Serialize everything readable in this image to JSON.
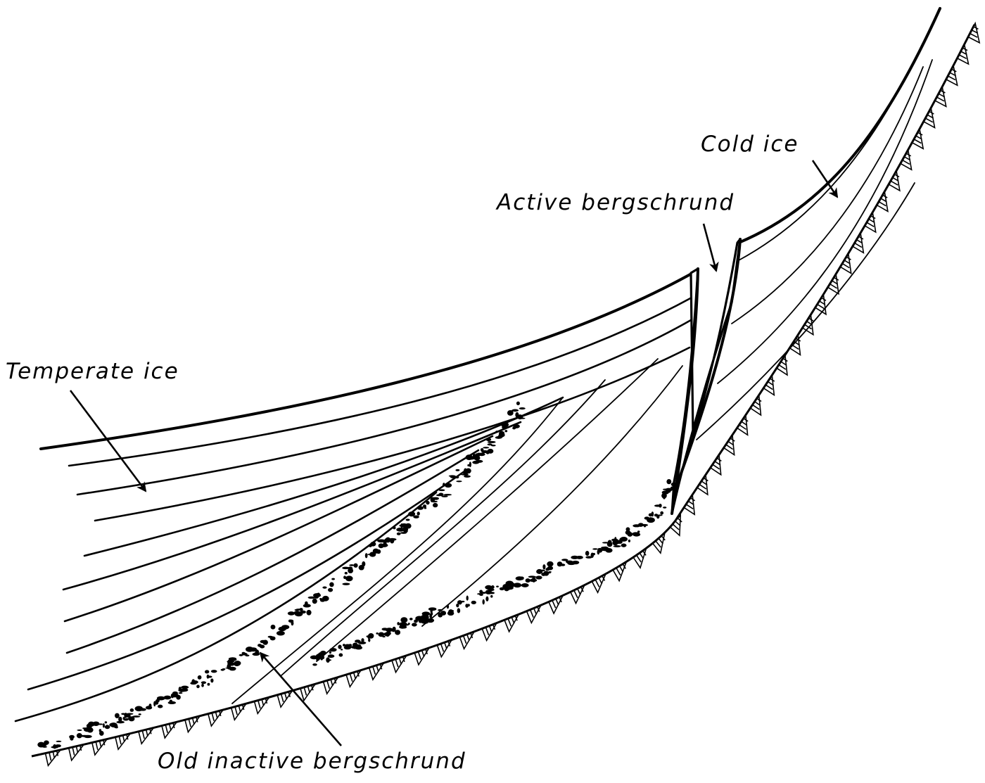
{
  "labels": {
    "cold_ice": "Cold ice",
    "active_bergschrund": "Active bergschrund",
    "temperate_ice": "Temperate ice",
    "old_inactive_bergschrund": "Old inactive bergschrund"
  },
  "colors": {
    "ink": "#000000",
    "paper": "#ffffff"
  }
}
